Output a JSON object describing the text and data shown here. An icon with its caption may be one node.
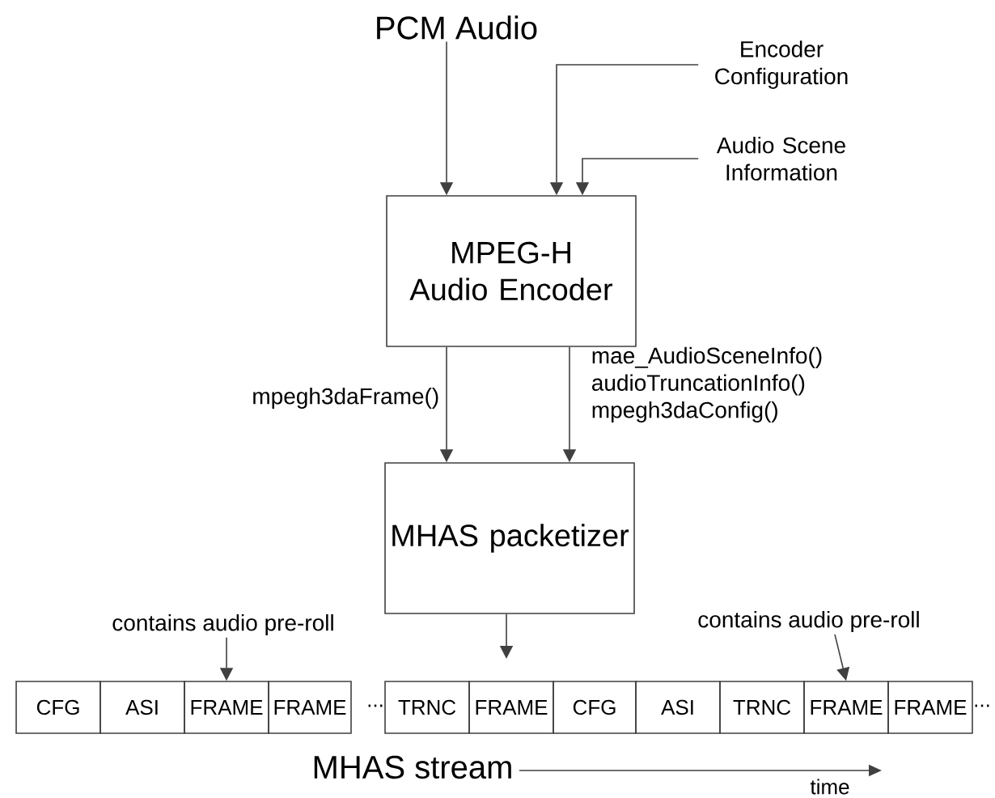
{
  "diagram": {
    "nodes": [
      {
        "text": [
          "PCM Audio"
        ]
      },
      {
        "text": [
          "Encoder Configuration"
        ]
      },
      {
        "text": [
          "Audio Scene Information"
        ]
      },
      {
        "text": [
          "MPEG-H Audio Encoder"
        ]
      },
      {
        "text": [
          "MHAS packetizer"
        ]
      },
      {
        "text": [
          "CFG"
        ]
      },
      {
        "text": [
          "ASI"
        ]
      },
      {
        "text": [
          "FRAME"
        ]
      },
      {
        "text": [
          "FRAME"
        ]
      },
      {
        "text": [
          "TRNC"
        ]
      },
      {
        "text": [
          "FRAME"
        ]
      },
      {
        "text": [
          "CFG"
        ]
      },
      {
        "text": [
          "ASI"
        ]
      },
      {
        "text": [
          "TRNC"
        ]
      },
      {
        "text": [
          "FRAME"
        ]
      },
      {
        "text": [
          "FRAME"
        ]
      },
      {
        "text": [
          "contains audio pre-roll"
        ]
      },
      {
        "text": [
          "contains audio pre-roll"
        ]
      }
    ],
    "edges": [
      {
        "from": 0,
        "to": 3,
        "arrow": "to"
      },
      {
        "from": 1,
        "to": 3,
        "arrow": "to"
      },
      {
        "from": 2,
        "to": 3,
        "arrow": "to"
      },
      {
        "from": 3,
        "to": 4,
        "arrow": "to",
        "label": "mpegh3daFrame()"
      },
      {
        "from": 3,
        "to": 4,
        "arrow": "to",
        "label": "mae_AudioSceneInfo() audioTruncationInfo() mpegh3daConfig()"
      },
      {
        "from": 4,
        "to": null,
        "arrow": "to"
      },
      {
        "from": 16,
        "to": 7,
        "arrow": "to"
      },
      {
        "from": 17,
        "to": 14,
        "arrow": "to"
      }
    ],
    "labels": [
      "...",
      "...",
      "MHAS stream",
      "time"
    ]
  }
}
